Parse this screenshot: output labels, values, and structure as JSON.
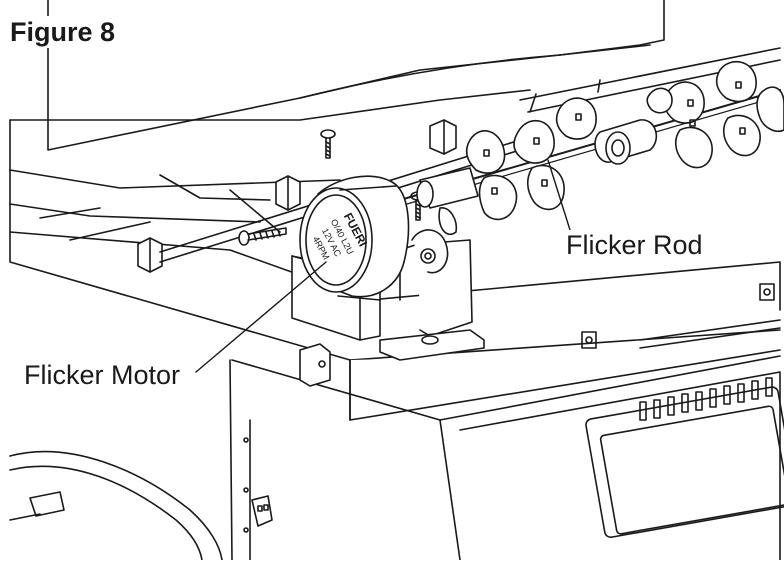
{
  "figure": {
    "title": "Figure 8"
  },
  "callouts": {
    "flicker_rod": "Flicker Rod",
    "flicker_motor": "Flicker Motor"
  },
  "motor_label": {
    "brand": "FUERI",
    "line1": "O/40 L2U",
    "line2": "12V AC",
    "line3": "4RPM"
  },
  "colors": {
    "stroke": "#1a1a1a",
    "fill": "#ffffff",
    "shade": "#f2f2f2"
  }
}
